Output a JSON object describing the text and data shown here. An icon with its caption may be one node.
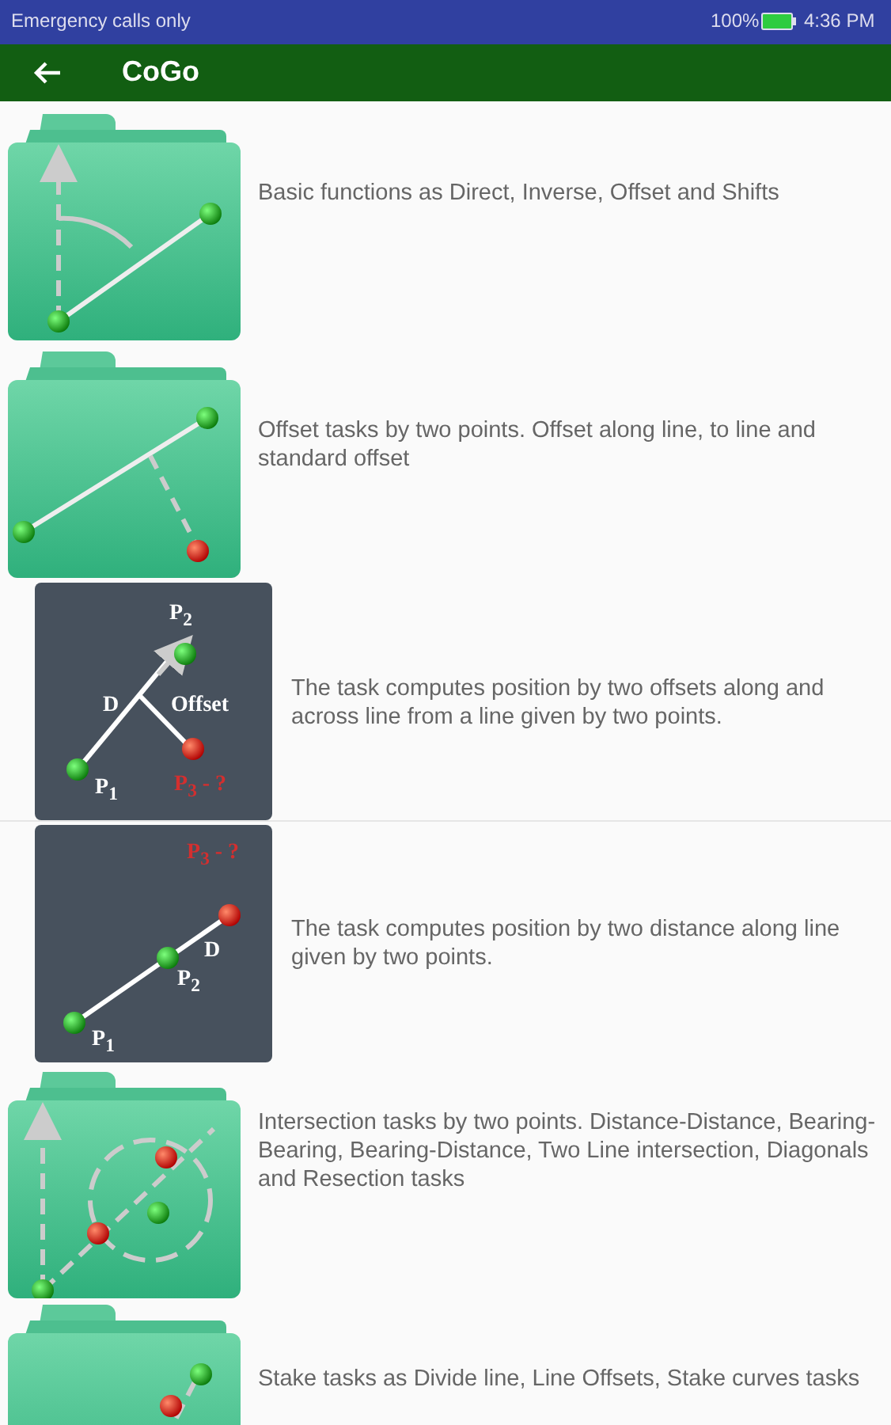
{
  "diagram": {
    "title": "CoGo",
    "labels": [
      "Emergency calls only",
      "100%",
      "4:36 PM",
      "Basic functions as Direct, Inverse, Offset and Shifts",
      "Offset tasks by two points. Offset along line, to line and standard offset",
      "P$_{2}$",
      "D",
      "Offset",
      "P$_{1}$",
      "P$_{3}$ - ?",
      "The task computes position by two offsets along and across line from a line given by two points.",
      "P$_{3}$ - ?",
      "D",
      "P$_{2}$",
      "P$_{1}$",
      "The task computes position by two distance along line given by two points.",
      "Intersection tasks by two points. Distance-Distance, Bearing-Bearing, Bearing-Distance, Two Line intersection, Diagonals and Resection tasks",
      "Stake tasks as Divide line, Line Offsets, Stake curves tasks"
    ]
  }
}
